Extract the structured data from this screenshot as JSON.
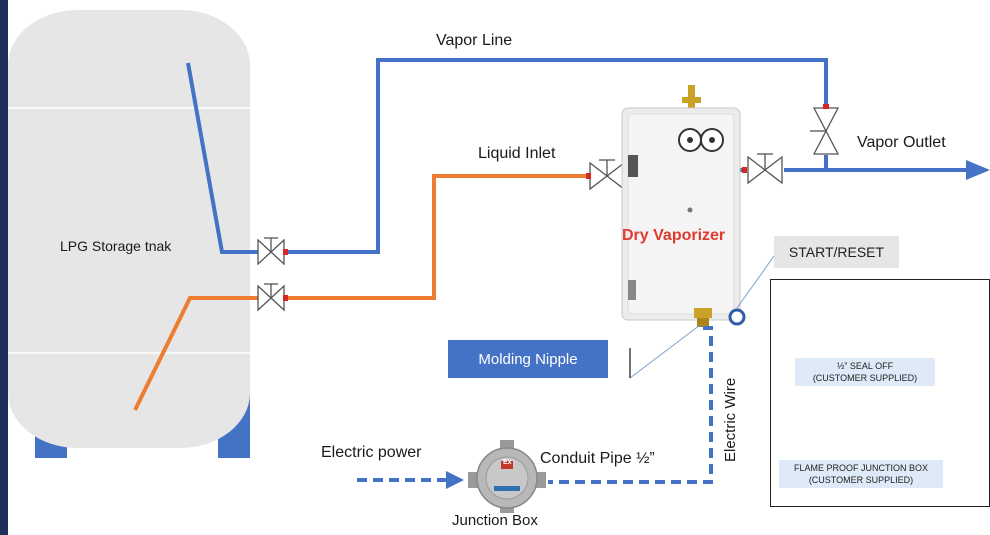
{
  "diagram": {
    "tank_label": "LPG Storage tnak",
    "vapor_line_label": "Vapor Line",
    "liquid_inlet_label": "Liquid Inlet",
    "vapor_outlet_label": "Vapor Outlet",
    "vaporizer_label": "Dry Vaporizer",
    "start_reset_label": "START/RESET",
    "molding_nipple_label": "Molding Nipple",
    "electric_wire_label": "Electric Wire",
    "electric_power_label": "Electric power",
    "conduit_label": "Conduit Pipe ½”",
    "junction_box_label": "Junction Box",
    "junction_box_badge": "Ex",
    "inset": {
      "seal_off_label": "½” SEAL OFF\n(CUSTOMER SUPPLIED)",
      "flame_proof_label": "FLAME PROOF JUNCTION BOX\n(CUSTOMER SUPPLIED)"
    },
    "colors": {
      "vapor_pipe": "#4472c4",
      "liquid_pipe": "#ed7d31",
      "tank_fill": "#e6e6e6",
      "tank_legs": "#4472c4",
      "vaporizer_label": "#e03a2f",
      "molding_box": "#4472c4"
    }
  }
}
